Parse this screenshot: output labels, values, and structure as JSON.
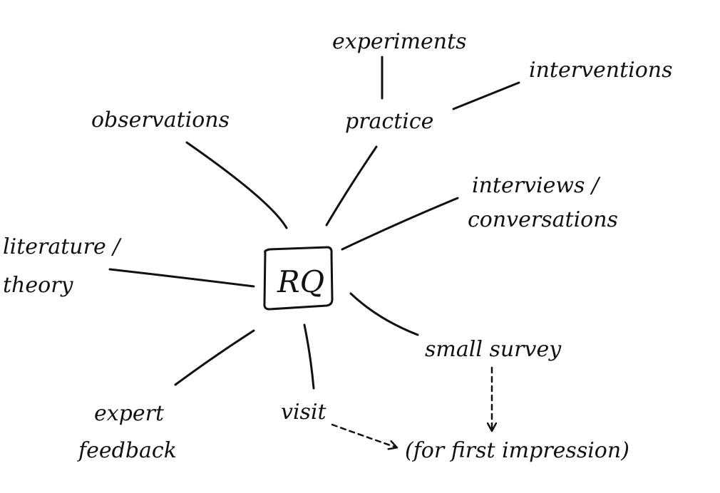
{
  "diagram": {
    "center": "RQ",
    "nodes": [
      {
        "id": "experiments",
        "text": "experiments"
      },
      {
        "id": "interventions",
        "text": "interventions"
      },
      {
        "id": "observations",
        "text": "observations"
      },
      {
        "id": "practice",
        "text": "practice"
      },
      {
        "id": "interviews",
        "text": "interviews /",
        "text2": "conversations"
      },
      {
        "id": "literature",
        "text": "literature /",
        "text2": "theory"
      },
      {
        "id": "small_survey",
        "text": "small survey"
      },
      {
        "id": "expert_feedback",
        "text": "expert",
        "text2": "feedback"
      },
      {
        "id": "visit",
        "text": "visit"
      },
      {
        "id": "first_impression",
        "text": "(for first impression)"
      }
    ],
    "edges": [
      {
        "from": "RQ",
        "to": "observations",
        "style": "solid"
      },
      {
        "from": "RQ",
        "to": "practice",
        "style": "solid"
      },
      {
        "from": "practice",
        "to": "experiments",
        "style": "solid"
      },
      {
        "from": "practice",
        "to": "interventions",
        "style": "solid"
      },
      {
        "from": "RQ",
        "to": "interviews",
        "style": "solid"
      },
      {
        "from": "RQ",
        "to": "literature",
        "style": "solid"
      },
      {
        "from": "RQ",
        "to": "small_survey",
        "style": "solid"
      },
      {
        "from": "RQ",
        "to": "expert_feedback",
        "style": "solid"
      },
      {
        "from": "RQ",
        "to": "visit",
        "style": "solid"
      },
      {
        "from": "visit",
        "to": "first_impression",
        "style": "dashed-arrow"
      },
      {
        "from": "small_survey",
        "to": "first_impression",
        "style": "dashed-arrow"
      }
    ]
  }
}
